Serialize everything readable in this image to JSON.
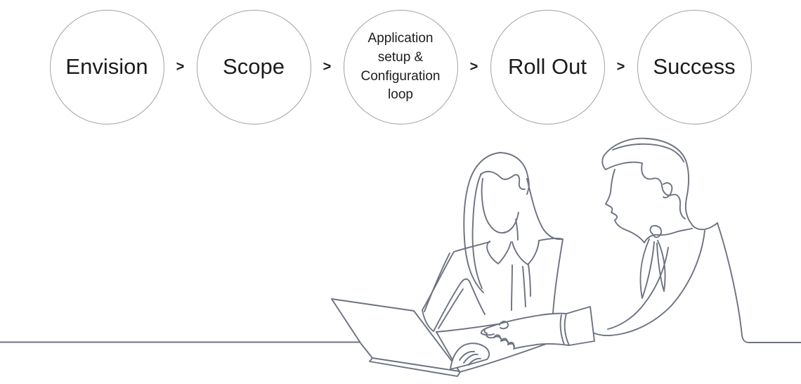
{
  "process": {
    "separator": ">",
    "steps": [
      {
        "label": "Envision"
      },
      {
        "label": "Scope"
      },
      {
        "label": "Application setup & Configuration loop"
      },
      {
        "label": "Roll Out"
      },
      {
        "label": "Success"
      }
    ]
  },
  "illustration": {
    "name": "two-people-collaborating-at-laptop-line-art",
    "description": "continuous single-line drawing of a woman and a man working together at an open laptop on a table"
  },
  "colors": {
    "background": "#ffffff",
    "circle_border": "#a1a1a1",
    "text": "#1c1c1c",
    "separator": "#1c1c1c",
    "line_art": "#6c7280"
  }
}
